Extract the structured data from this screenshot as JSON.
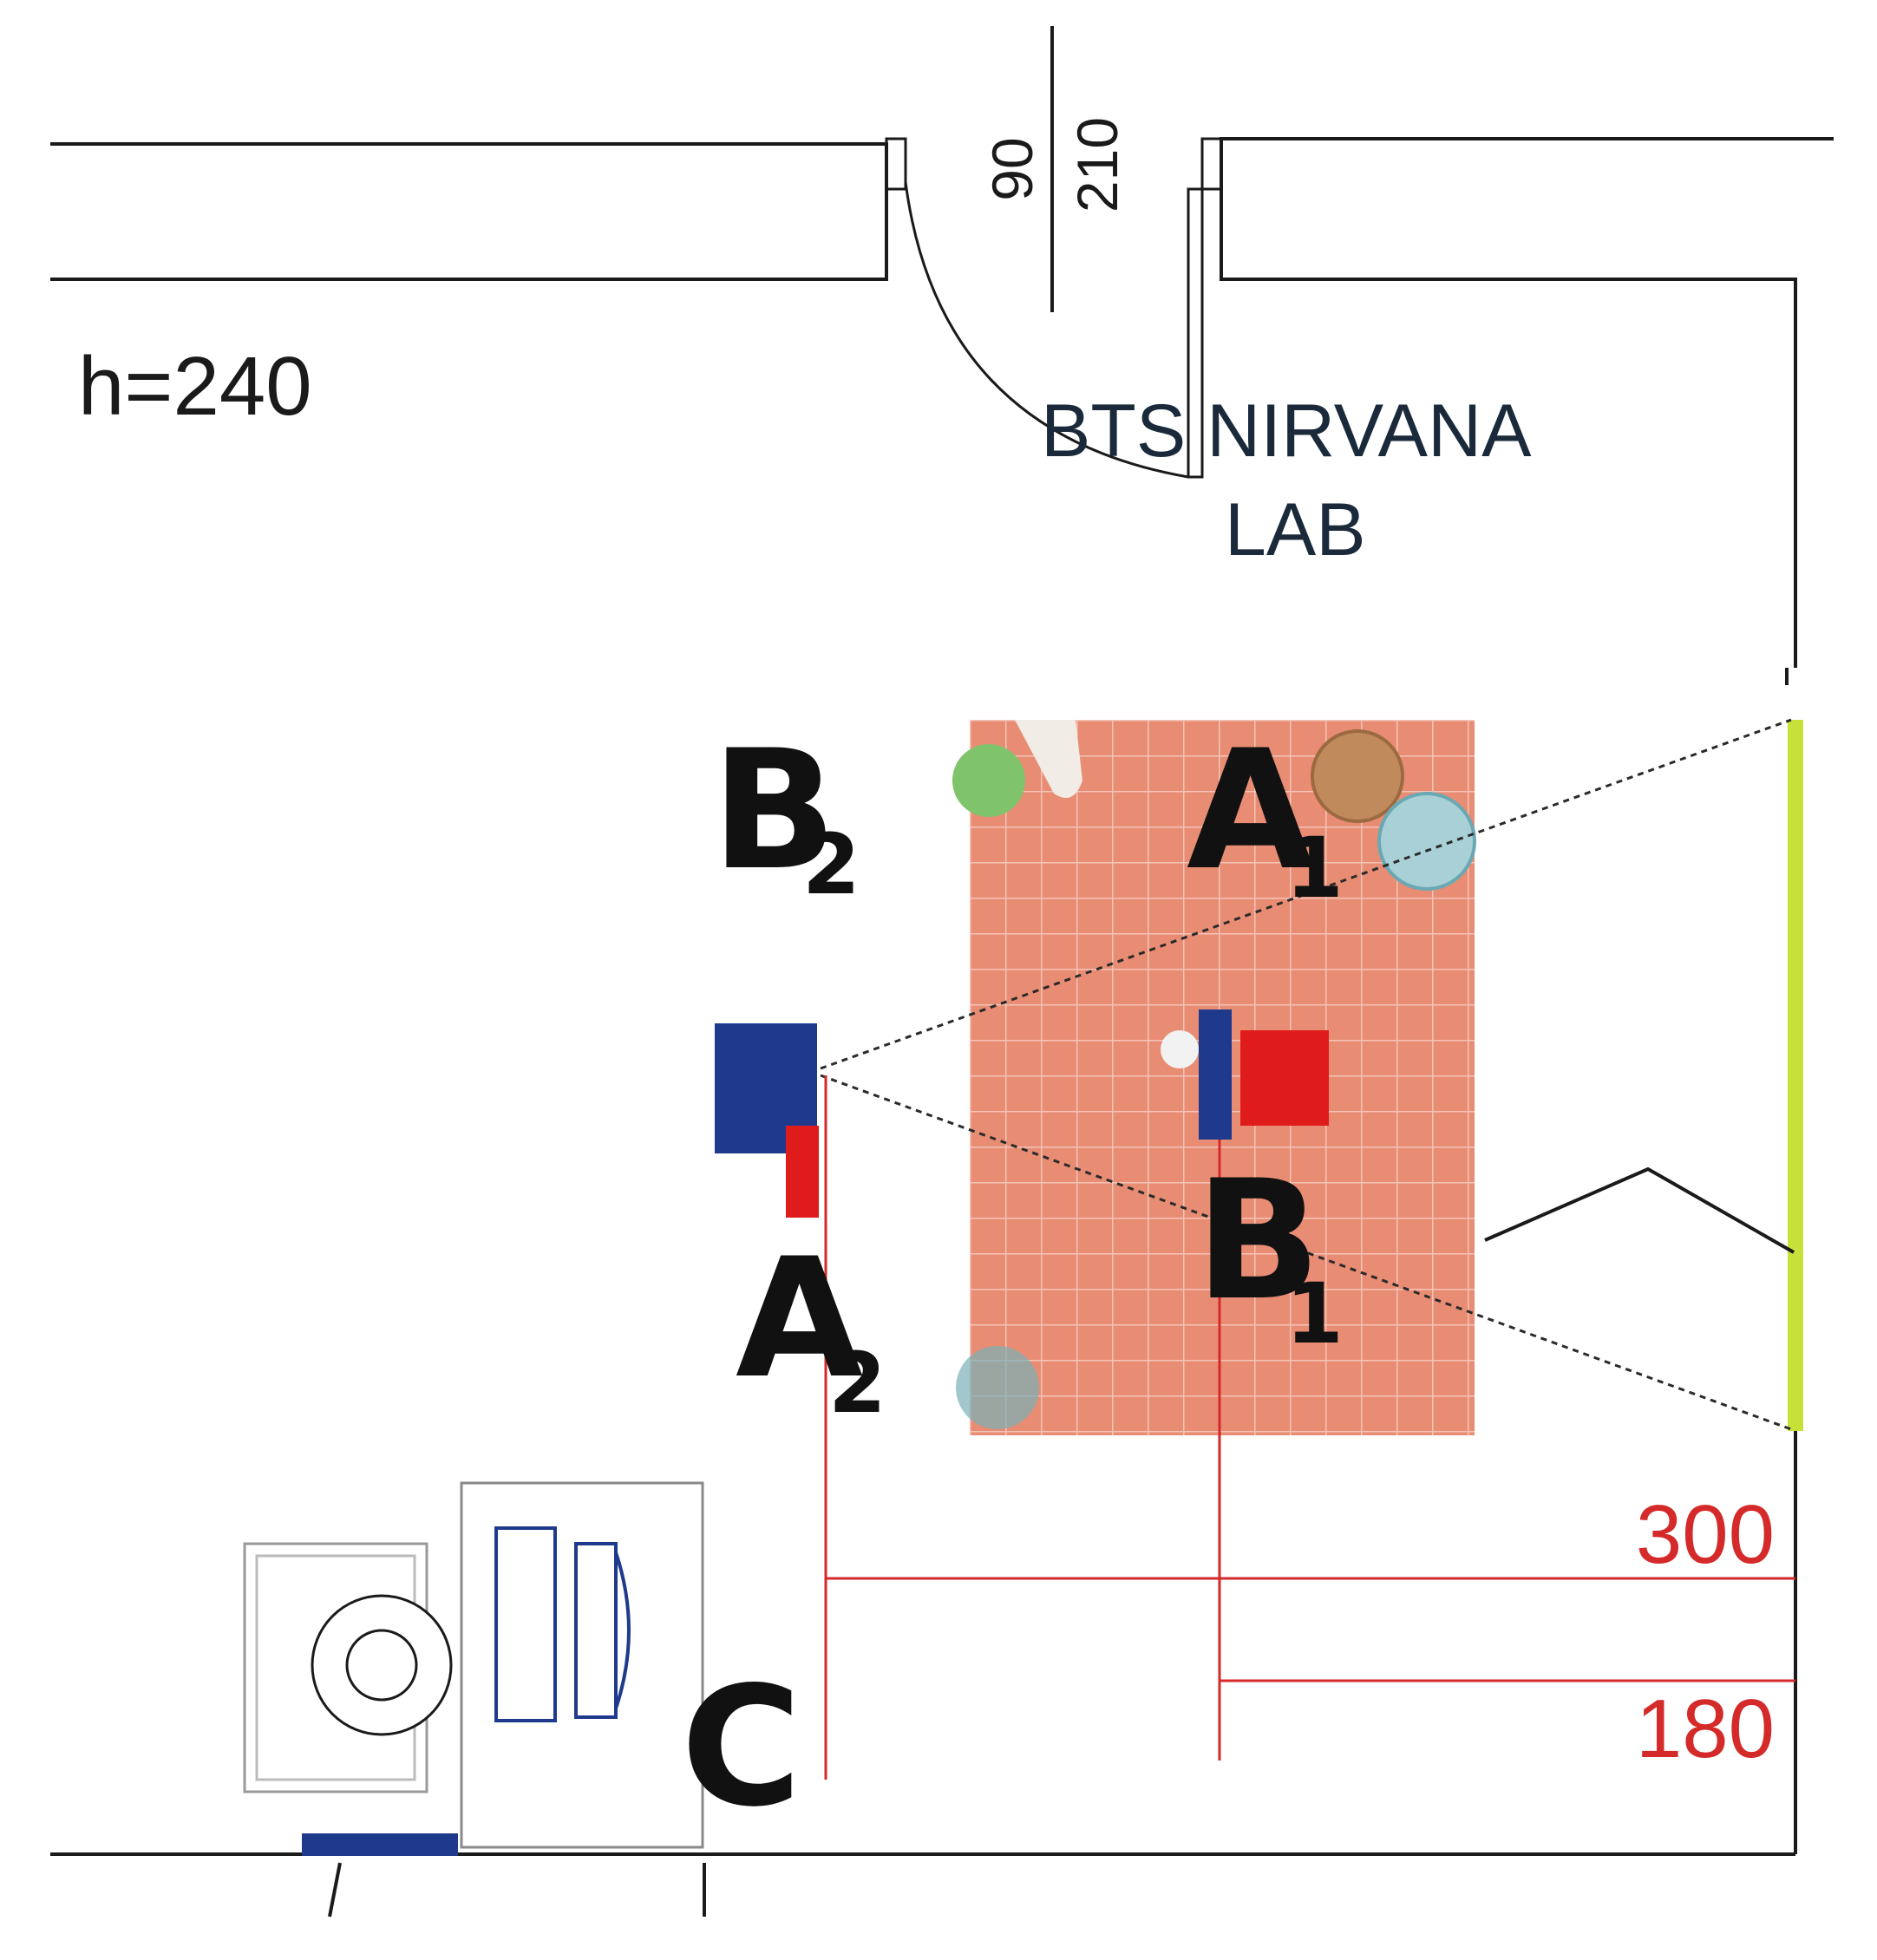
{
  "room": {
    "height_label": "h=240",
    "name_line1": "BTS NIRVANA",
    "name_line2": "LAB"
  },
  "door": {
    "width": "90",
    "height": "210"
  },
  "positions": {
    "a1": {
      "letter": "A",
      "sub": "1"
    },
    "a2": {
      "letter": "A",
      "sub": "2"
    },
    "b1": {
      "letter": "B",
      "sub": "1"
    },
    "b2": {
      "letter": "B",
      "sub": "2"
    },
    "c": {
      "letter": "C"
    }
  },
  "dimensions": {
    "d300": "300",
    "d180": "180"
  },
  "colors": {
    "wall": "#1a1a1a",
    "dimension": "#d42a2a",
    "marker_blue": "#1f3a8c",
    "marker_red": "#e01b1b",
    "screen": "#c8e03a",
    "mat": "#e78a72",
    "mat_grid": "#f6c8bb"
  }
}
